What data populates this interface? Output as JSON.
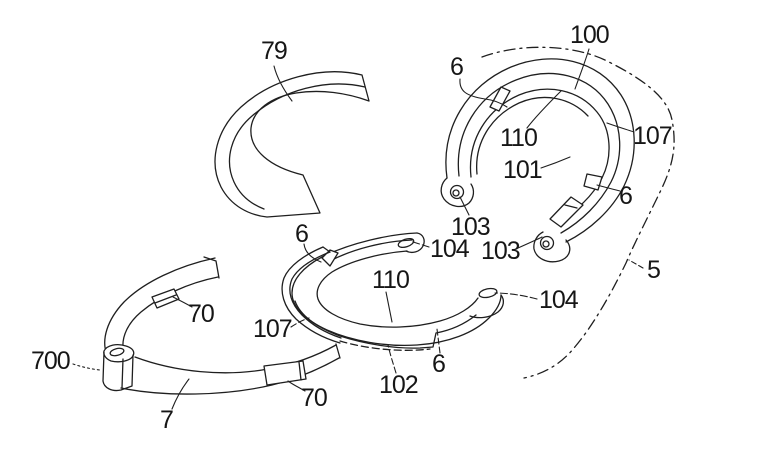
{
  "figure": {
    "background": "#ffffff",
    "stroke_color": "#1f1f1f",
    "label_color": "#161616"
  },
  "labels": [
    {
      "ref": "79",
      "text": "79"
    },
    {
      "ref": "100",
      "text": "100"
    },
    {
      "ref": "6-top-left",
      "text": "6"
    },
    {
      "ref": "110-upper",
      "text": "110"
    },
    {
      "ref": "101",
      "text": "101"
    },
    {
      "ref": "107-upper-right",
      "text": "107"
    },
    {
      "ref": "6-right",
      "text": "6"
    },
    {
      "ref": "103-left",
      "text": "103"
    },
    {
      "ref": "104-upper",
      "text": "104"
    },
    {
      "ref": "103-right",
      "text": "103"
    },
    {
      "ref": "5",
      "text": "5"
    },
    {
      "ref": "6-middle-left",
      "text": "6"
    },
    {
      "ref": "110-middle",
      "text": "110"
    },
    {
      "ref": "104-middle-right",
      "text": "104"
    },
    {
      "ref": "107-middle-left",
      "text": "107"
    },
    {
      "ref": "102",
      "text": "102"
    },
    {
      "ref": "6-bottom-middle",
      "text": "6"
    },
    {
      "ref": "70-upper",
      "text": "70"
    },
    {
      "ref": "700",
      "text": "700"
    },
    {
      "ref": "7",
      "text": "7"
    },
    {
      "ref": "70-lower",
      "text": "70"
    }
  ]
}
